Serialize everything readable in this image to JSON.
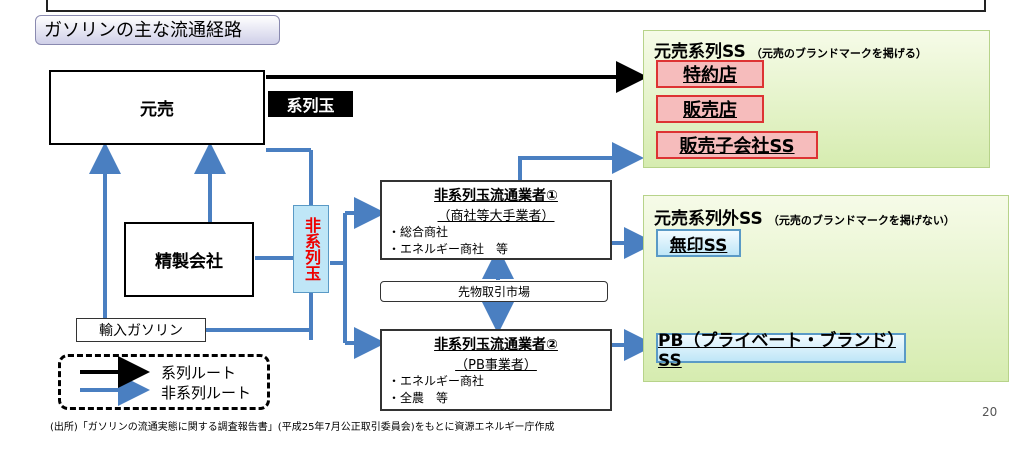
{
  "title": "ガソリンの主な流通経路",
  "motouri": "元売",
  "keiretsu_tama": "系列玉",
  "refinery": "精製会社",
  "import": "輸入ガソリン",
  "hikeiretsu_tama": "非系列玉",
  "dealer1": {
    "title": "非系列玉流通業者①",
    "subtitle": "（商社等大手業者）",
    "items": [
      "・総合商社",
      "・エネルギー商社　等"
    ]
  },
  "dealer2": {
    "title": "非系列玉流通業者②",
    "subtitle": "（PB事業者）",
    "items": [
      "・エネルギー商社",
      "・全農　等"
    ]
  },
  "futures": "先物取引市場",
  "keiretsu_ss": {
    "title": "元売系列SS",
    "note": "（元売のブランドマークを掲げる）",
    "items": [
      "特約店",
      "販売店",
      "販売子会社SS"
    ]
  },
  "non_keiretsu_ss": {
    "title": "元売系列外SS",
    "note": "（元売のブランドマークを掲げない）",
    "items": [
      "無印SS",
      "PB（プライベート・ブランド）SS"
    ]
  },
  "legend": {
    "keiretsu": "系列ルート",
    "hikeiretsu": "非系列ルート"
  },
  "source": "(出所)「ガソリンの流通実態に関する調査報告書」(平成25年7月公正取引委員会)をもとに資源エネルギー庁作成",
  "page": "20",
  "colors": {
    "green_panel": "#d6ecb0",
    "pink": "#f6bcbc",
    "blue_box": "#bfe6f7",
    "route_blue": "#4a7fc1"
  }
}
